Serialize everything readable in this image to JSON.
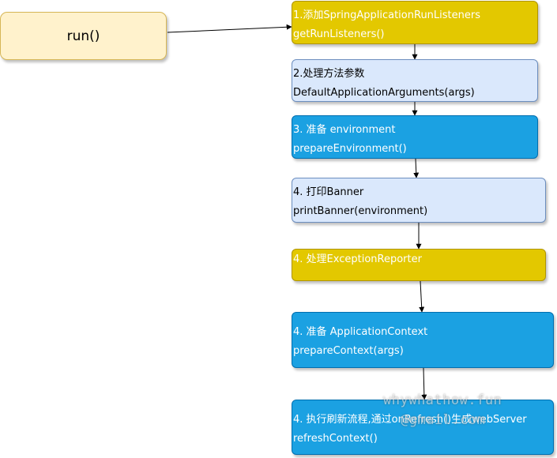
{
  "start": {
    "label": "run()"
  },
  "steps": [
    {
      "line1": "1.添加SpringApplicationRunListeners",
      "line2": "getRunListeners()"
    },
    {
      "line1": "2.处理方法参数",
      "line2": " DefaultApplicationArguments(args)"
    },
    {
      "line1": "3. 准备 environment",
      "line2": "prepareEnvironment()"
    },
    {
      "line1": "4. 打印Banner",
      "line2": "printBanner(environment)"
    },
    {
      "line1": "4. 处理ExceptionReporter",
      "line2": ""
    },
    {
      "line1": "4. 准备 ApplicationContext",
      "line2": "prepareContext(args)"
    },
    {
      "line1": "4. 执行刷新流程,通过onRefresh()生成webServer",
      "line2": "refreshContext()"
    }
  ],
  "watermark": {
    "line1": "whywhathow.fun",
    "line2": "@gmail.com"
  },
  "colors": {
    "yellow_fill": "#e3c800",
    "light_fill": "#dae8fc",
    "blue_fill": "#1ba1e2",
    "start_fill": "#fff2cc"
  }
}
